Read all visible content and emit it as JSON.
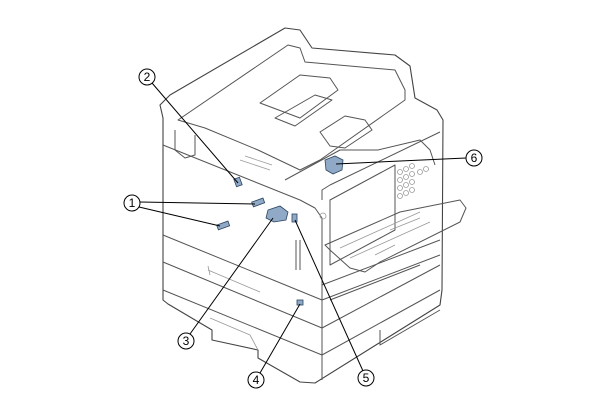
{
  "figure": {
    "callouts": [
      {
        "label": "1"
      },
      {
        "label": "2"
      },
      {
        "label": "3"
      },
      {
        "label": "4"
      },
      {
        "label": "5"
      },
      {
        "label": "6"
      }
    ],
    "colors": {
      "highlight": "#8fa9c6",
      "line": "#444444"
    }
  }
}
